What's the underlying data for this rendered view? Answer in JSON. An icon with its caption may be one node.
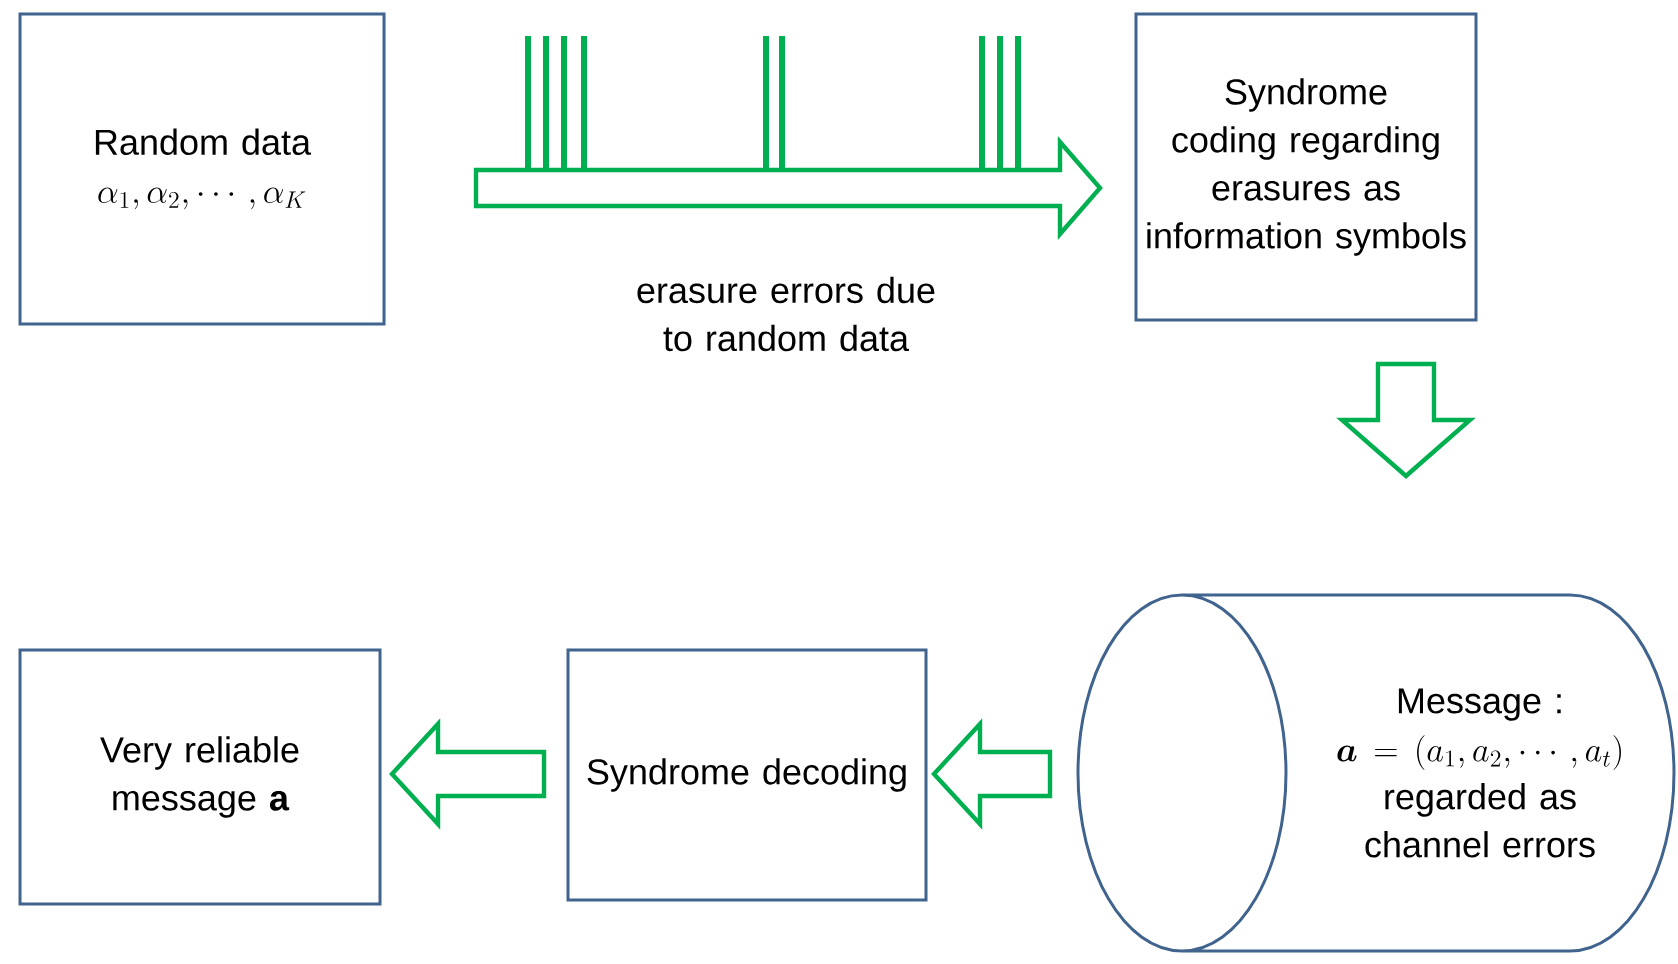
{
  "diagram": {
    "nodes": [
      {
        "text": [
          "Random data",
          "\\alpha_1, \\alpha_2, \\cdots, \\alpha_K"
        ]
      },
      {
        "text": [
          "Syndrome coding regarding erasures as information symbols"
        ]
      },
      {
        "text": [
          "Message :",
          "\\boldsymbol{a} = (a_1, a_2, \\cdots, a_t)",
          "regarded as channel errors"
        ]
      },
      {
        "text": [
          "Syndrome decoding"
        ]
      },
      {
        "text": [
          "Very reliable message **a**"
        ]
      }
    ],
    "edges": [
      {
        "from": 0,
        "to": 1,
        "arrow": "to",
        "label": "erasure errors due to random data"
      },
      {
        "from": 1,
        "to": 2,
        "arrow": "to"
      },
      {
        "from": 2,
        "to": 3,
        "arrow": "to"
      },
      {
        "from": 3,
        "to": 4,
        "arrow": "to"
      }
    ]
  }
}
